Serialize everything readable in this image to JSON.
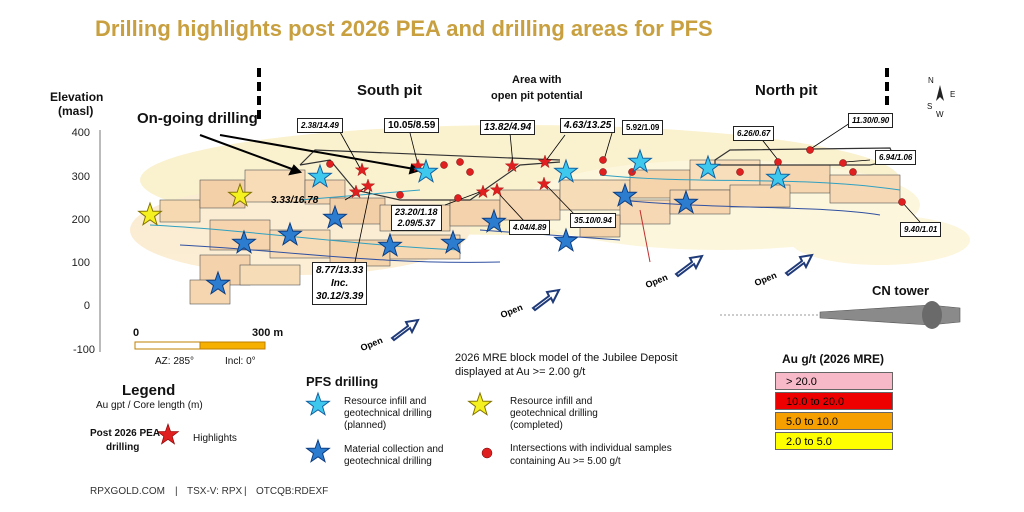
{
  "title": "Drilling highlights post 2026 PEA and drilling areas for PFS",
  "axis": {
    "label_line1": "Elevation",
    "label_line2": "(masl)",
    "ticks": [
      "400",
      "300",
      "200",
      "100",
      "0",
      "-100"
    ]
  },
  "areas": {
    "south_pit": "South pit",
    "north_pit": "North pit",
    "potential_line1": "Area with",
    "potential_line2": "open pit potential"
  },
  "ongoing": "On-going drilling",
  "intercepts": {
    "i1": "2.38/14.49",
    "i2": "10.05/8.59",
    "i3": "13.82/4.94",
    "i4": "4.63/13.25",
    "i5": "5.92/1.09",
    "i6": "6.26/0.67",
    "i7": "11.30/0.90",
    "i8": "6.94/1.06",
    "i9": "3.33/16.78",
    "i10a": "23.20/1.18",
    "i10b": "2.09/5.37",
    "i11": "4.04/4.89",
    "i12": "35.10/0.94",
    "i13": "9.40/1.01",
    "i14a": "8.77/13.33",
    "i14b": "Inc.",
    "i14c": "30.12/3.39"
  },
  "open_label": "Open",
  "scale": {
    "start": "0",
    "end": "300 m",
    "az": "AZ: 285°",
    "incl": "Incl: 0°"
  },
  "block_model_caption_line1": "2026 MRE block model of the Jubilee Deposit",
  "block_model_caption_line2": "displayed at Au >= 2.00 g/t",
  "cn_tower": "CN tower",
  "grade_legend": {
    "title": "Au g/t (2026 MRE)",
    "items": [
      {
        "label": "> 20.0",
        "color": "#f7b8c8"
      },
      {
        "label": "10.0 to 20.0",
        "color": "#ee0000"
      },
      {
        "label": "5.0 to 10.0",
        "color": "#f5a000"
      },
      {
        "label": "2.0 to 5.0",
        "color": "#ffff00"
      }
    ]
  },
  "legend": {
    "title": "Legend",
    "subtitle": "Au gpt / Core length (m)",
    "post_line1": "Post 2026 PEA",
    "post_line2": "drilling",
    "highlights": "Highlights"
  },
  "pfs": {
    "title": "PFS drilling",
    "planned_line1": "Resource infill and",
    "planned_line2": "geotechnical drilling",
    "planned_line3": "(planned)",
    "material_line1": "Material collection and",
    "material_line2": "geotechnical drilling",
    "completed_line1": "Resource infill and",
    "completed_line2": "geotechnical drilling",
    "completed_line3": "(completed)",
    "samples_line1": "Intersections with individual samples",
    "samples_line2": "containing Au >= 5.00 g/t"
  },
  "compass": {
    "n": "N",
    "s": "S",
    "e": "E",
    "w": "W"
  },
  "footer": {
    "site": "RPXGOLD.COM",
    "sep": "|",
    "tsx": "TSX-V: RPX",
    "otc": "OTCQB:RDEXF"
  },
  "colors": {
    "title": "#c8a040",
    "star_cyan": "#3ec8ee",
    "star_blue": "#2c7cd0",
    "star_yellow": "#f5f020",
    "star_red": "#e02020",
    "arrow": "#1f3a78"
  }
}
